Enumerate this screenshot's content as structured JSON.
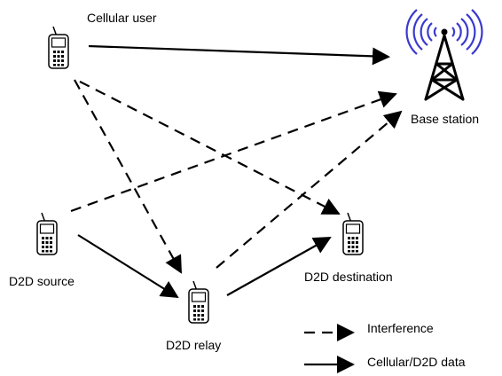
{
  "nodes": {
    "cellular_user": {
      "label": "Cellular user"
    },
    "base_station": {
      "label": "Base station"
    },
    "d2d_source": {
      "label": "D2D source"
    },
    "d2d_relay": {
      "label": "D2D relay"
    },
    "d2d_destination": {
      "label": "D2D destination"
    }
  },
  "legend": {
    "interference": "Interference",
    "data": "Cellular/D2D data"
  },
  "colors": {
    "line": "#000000",
    "tower_waves": "#3a3ad0",
    "phone_body": "#ffffff"
  },
  "icons": {
    "phone": "mobile-phone-icon",
    "tower": "radio-tower-icon"
  }
}
